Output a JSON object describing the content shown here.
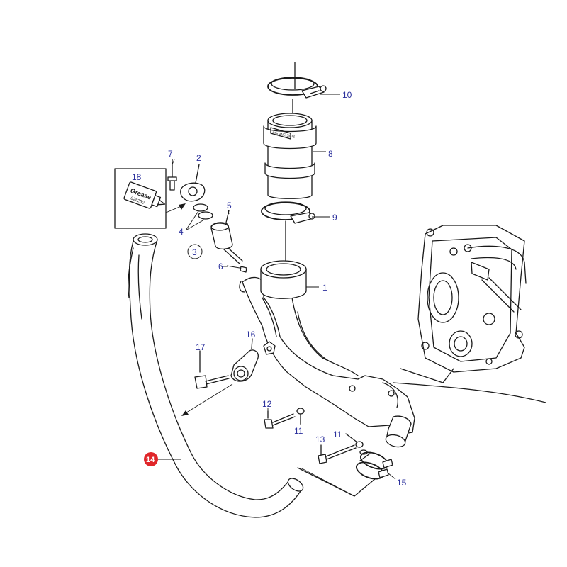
{
  "diagram": {
    "callouts": {
      "c1": "1",
      "c2": "2",
      "c3": "3",
      "c4": "4",
      "c5": "5",
      "c6": "6",
      "c7": "7",
      "c8": "8",
      "c9": "9",
      "c10": "10",
      "c11a": "11",
      "c11b": "11",
      "c12": "12",
      "c13": "13",
      "c14": "14",
      "c15": "15",
      "c16": "16",
      "c17": "17",
      "c18": "18"
    },
    "grease_box": {
      "word": "Grease",
      "part_no": "828250"
    },
    "sleeve_text": "ENGINE SIDE",
    "colors": {
      "callout_text": "#2a2f9c",
      "highlight_badge": "#e0262a",
      "line": "#1a1a1a"
    }
  }
}
